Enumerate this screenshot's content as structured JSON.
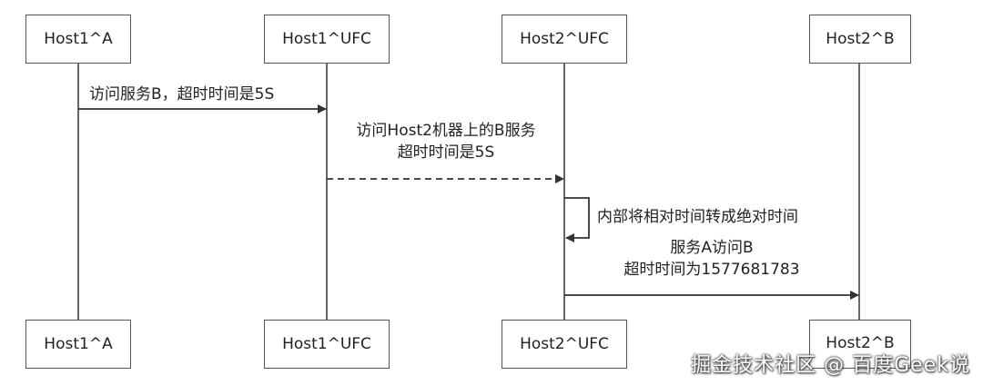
{
  "participants": [
    {
      "id": "p1",
      "label": "Host1^A"
    },
    {
      "id": "p2",
      "label": "Host1^UFC"
    },
    {
      "id": "p3",
      "label": "Host2^UFC"
    },
    {
      "id": "p4",
      "label": "Host2^B"
    }
  ],
  "messages": [
    {
      "id": "m1",
      "text": "访问服务B，超时时间是5S"
    },
    {
      "id": "m2",
      "line1": "访问Host2机器上的B服务",
      "line2": "超时时间是5S"
    },
    {
      "id": "m3",
      "text": "内部将相对时间转成绝对时间"
    },
    {
      "id": "m4",
      "line1": "服务A访问B",
      "line2": "超时时间为1577681783"
    }
  ],
  "watermark": "掘金技术社区 @ 百度Geek说",
  "colors": {
    "line": "#333333",
    "box_border": "#555555"
  }
}
